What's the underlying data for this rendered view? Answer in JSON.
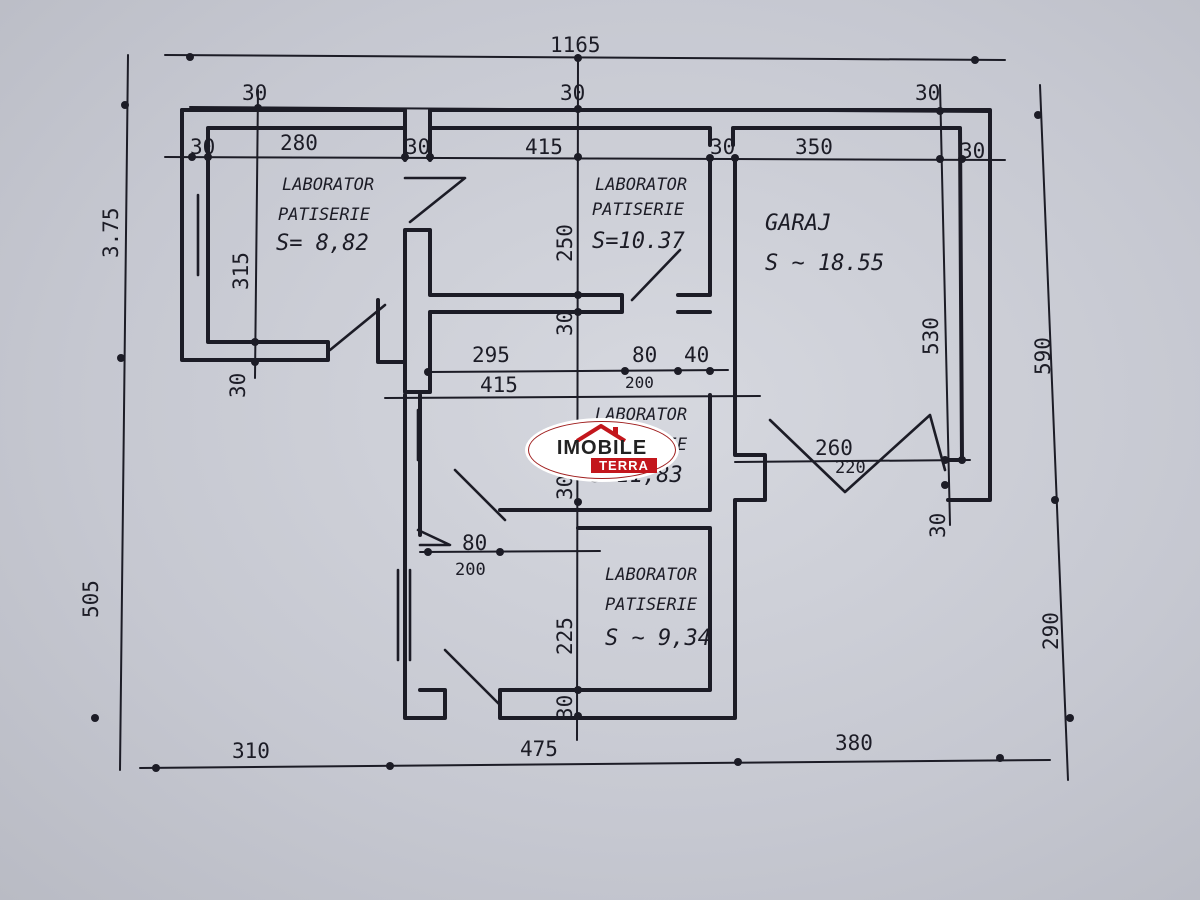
{
  "plan": {
    "overall_width": "1165",
    "left_height": "3.75",
    "lower_left_height": "505",
    "right_height": "590",
    "lower_right_height": "290",
    "bottom_left": "310",
    "bottom_mid": "475",
    "bottom_right": "380",
    "top_wall_left": "30",
    "top_wall_mid": "30",
    "top_wall_right": "30",
    "room1_width": "280",
    "room2_width": "415",
    "garage_width": "350",
    "wall_l1": "30",
    "wall_l2": "30",
    "wall_r1": "30",
    "wall_r2": "30",
    "room1_height": "315",
    "room1_wall_below": "30",
    "room2_height": "250",
    "room2_wall_below": "30",
    "corridor_seg1": "295",
    "corridor_seg2": "80",
    "corridor_seg3": "40",
    "corridor_total": "415",
    "corridor_sub": "200",
    "garage_height": "530",
    "garage_door_outer": "260",
    "garage_door_inner": "220",
    "garage_wall_below": "30",
    "room3_wall": "30",
    "small_80": "80",
    "small_200": "200",
    "room4_height": "225",
    "room4_wall_below": "30"
  },
  "rooms": {
    "room1": {
      "line1": "LABORATOR",
      "line2": "PATISERIE",
      "area": "S= 8,82"
    },
    "room2": {
      "line1": "LABORATOR",
      "line2": "PATISERIE",
      "area": "S=10.37"
    },
    "garage": {
      "name": "GARAJ",
      "area": "S ~ 18.55"
    },
    "room3": {
      "line1": "LABORATOR",
      "line2": "PATISERIE",
      "area": "S=11,83"
    },
    "room4": {
      "line1": "LABORATOR",
      "line2": "PATISERIE",
      "area": "S ~ 9,34"
    }
  },
  "logo": {
    "brand": "IMOBILE",
    "sub": "TERRA"
  },
  "colors": {
    "ink": "#1c1c26",
    "paper": "#d6d8df",
    "logo_red": "#c3161c"
  }
}
